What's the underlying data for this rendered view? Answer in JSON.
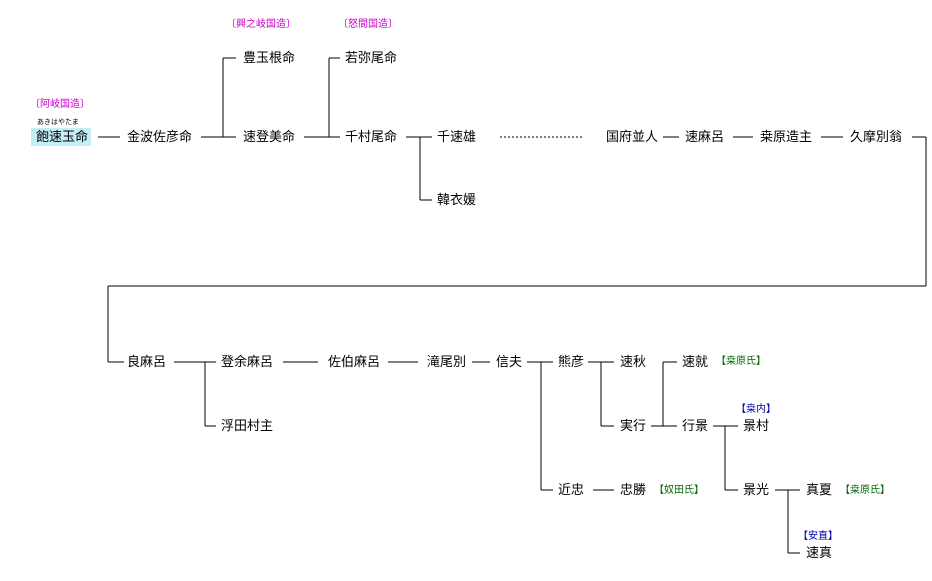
{
  "persons": {
    "p01": "飽速玉命",
    "p02": "金波佐彦命",
    "p03": "豊玉根命",
    "p04": "速登美命",
    "p05": "若弥尾命",
    "p06": "千村尾命",
    "p07": "千速雄",
    "p08": "韓衣媛",
    "p09": "国府並人",
    "p10": "速麻呂",
    "p11": "桒原造主",
    "p12": "久摩別翁",
    "p13": "良麻呂",
    "p14": "登余麻呂",
    "p15": "浮田村主",
    "p16": "佐伯麻呂",
    "p17": "滝尾別",
    "p18": "信夫",
    "p19": "熊彦",
    "p20": "速秋",
    "p21": "速就",
    "p22": "実行",
    "p23": "行景",
    "p24": "景村",
    "p25": "近忠",
    "p26": "忠勝",
    "p27": "景光",
    "p28": "真夏",
    "p29": "速真"
  },
  "ruby": {
    "p01": "あきはやたま"
  },
  "tags": {
    "aki_kuni": "〔阿岐国造〕",
    "oki_kuni": "〔興之岐国造〕",
    "oma_kuni": "〔怒間国造〕",
    "kuwabara1": "【桒原氏】",
    "kuwauchi": "【桒内】",
    "kuwabara2": "【桒原氏】",
    "yasunao": "【安直】",
    "kanada": "【奴田氏】"
  },
  "colors": {
    "kuni_tag": "#cc00cc",
    "clan_tag": "#006600",
    "branch_tag": "#0000aa",
    "highlight": "#c6eef9",
    "line": "#000000"
  }
}
